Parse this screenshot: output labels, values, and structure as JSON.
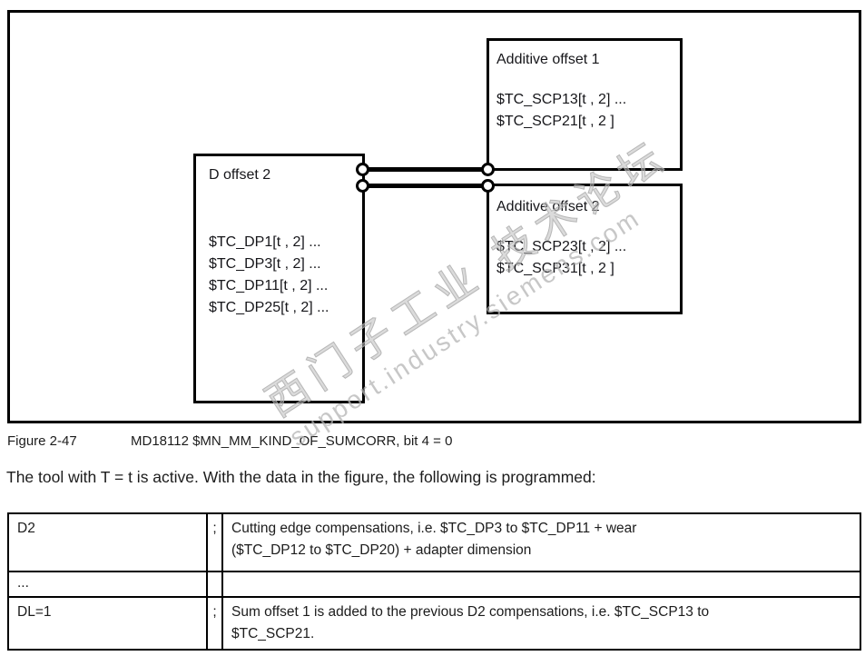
{
  "colors": {
    "border": "#000000",
    "text": "#1c1c1c",
    "watermark": "#bebebe"
  },
  "figure": {
    "boxes": {
      "additive1": {
        "title": "Additive offset 1",
        "lines": [
          "$TC_SCP13[t , 2] ...",
          "$TC_SCP21[t , 2 ]"
        ]
      },
      "additive2": {
        "title": "Additive offset 2",
        "lines": [
          "$TC_SCP23[t , 2] ...",
          "$TC_SCP31[t , 2 ]"
        ]
      },
      "doffset2": {
        "title": "D offset 2",
        "lines": [
          "$TC_DP1[t , 2] ...",
          "$TC_DP3[t , 2] ...",
          "$TC_DP11[t , 2] ...",
          "$TC_DP25[t , 2] ..."
        ]
      }
    },
    "watermark": {
      "cn": "西门子工业 技术论坛",
      "en": "support.industry.siemens.com"
    }
  },
  "caption": {
    "label": "Figure 2-47",
    "text": "MD18112 $MN_MM_KIND_OF_SUMCORR, bit 4 = 0"
  },
  "paragraph": "The tool with T = t is active. With the data in the figure, the following is programmed:",
  "table": {
    "rows": [
      {
        "code": "D2",
        "sep": ";",
        "desc_lines": [
          "Cutting edge compensations, i.e. $TC_DP3 to $TC_DP11 + wear",
          "($TC_DP12 to $TC_DP20) + adapter dimension"
        ]
      },
      {
        "code": "...",
        "sep": "",
        "desc_lines": [
          "",
          ""
        ]
      },
      {
        "code": "DL=1",
        "sep": ";",
        "desc_lines": [
          "Sum offset 1 is added to the previous D2 compensations, i.e. $TC_SCP13 to",
          "$TC_SCP21."
        ]
      }
    ]
  }
}
